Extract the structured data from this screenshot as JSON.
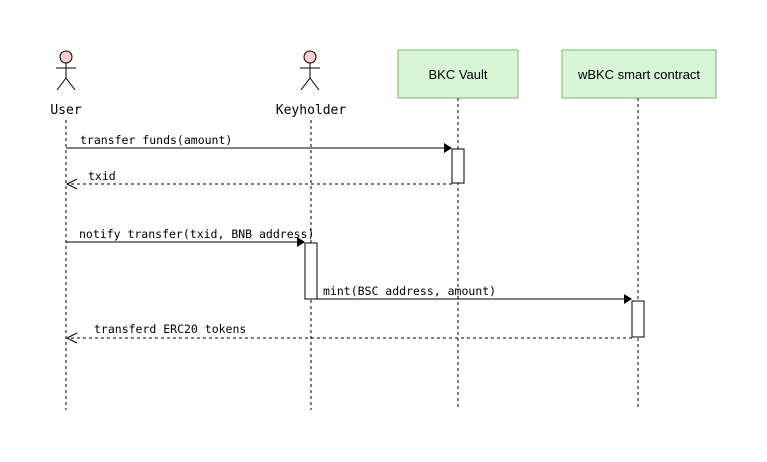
{
  "participants": {
    "user": {
      "label": "User"
    },
    "keyholder": {
      "label": "Keyholder"
    },
    "vault": {
      "label": "BKC Vault"
    },
    "contract": {
      "label": "wBKC smart contract"
    }
  },
  "messages": [
    {
      "label": "transfer funds(amount)",
      "style": "solid"
    },
    {
      "label": "txid",
      "style": "dashed"
    },
    {
      "label": "notify transfer(txid, BNB address)",
      "style": "solid"
    },
    {
      "label": "mint(BSC address, amount)",
      "style": "solid"
    },
    {
      "label": "transferd ERC20 tokens",
      "style": "dashed"
    }
  ],
  "colors": {
    "box_fill": "#d5f5d5",
    "box_stroke": "#82b366",
    "actor_head": "#f8cecc"
  }
}
